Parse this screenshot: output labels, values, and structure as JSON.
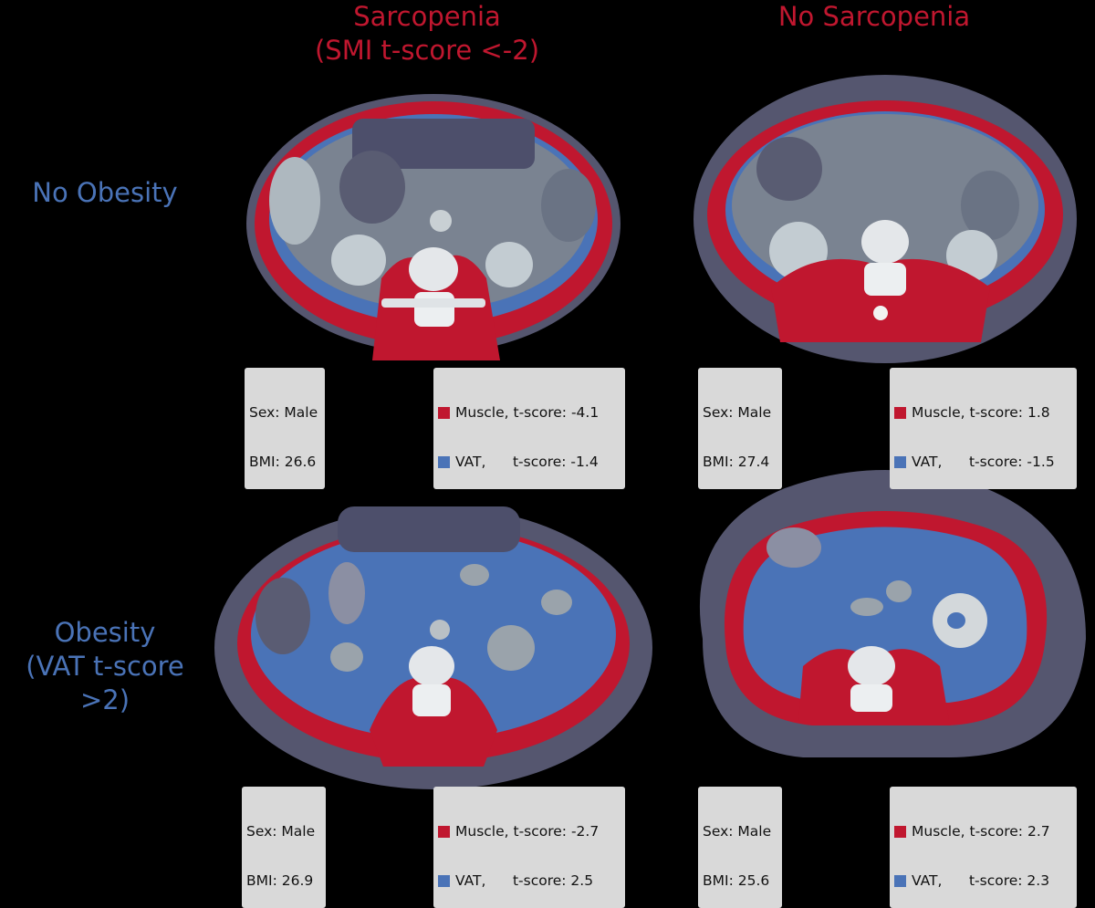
{
  "columns": [
    {
      "line1": "Sarcopenia",
      "line2": "(SMI t-score <-2)"
    },
    {
      "line1": "No Sarcopenia",
      "line2": ""
    }
  ],
  "rows": [
    {
      "line1": "No Obesity",
      "line2": ""
    },
    {
      "line1": "Obesity",
      "line2": "(VAT t-score >2)"
    }
  ],
  "colors": {
    "muscle": "#c0172f",
    "vat": "#4a73b7",
    "subcutaneous_fat": "#55566f",
    "background": "#000000"
  },
  "panels": [
    {
      "sex": "Sex: Male",
      "bmi": "BMI: 26.6",
      "muscle": "Muscle, t-score: -4.1",
      "vat": "VAT,      t-score: -1.4"
    },
    {
      "sex": "Sex: Male",
      "bmi": "BMI: 27.4",
      "muscle": "Muscle, t-score: 1.8",
      "vat": "VAT,      t-score: -1.5"
    },
    {
      "sex": "Sex: Male",
      "bmi": "BMI: 26.9",
      "muscle": "Muscle, t-score: -2.7",
      "vat": "VAT,      t-score: 2.5"
    },
    {
      "sex": "Sex: Male",
      "bmi": "BMI: 25.6",
      "muscle": "Muscle, t-score: 2.7",
      "vat": "VAT,      t-score: 2.3"
    }
  ]
}
